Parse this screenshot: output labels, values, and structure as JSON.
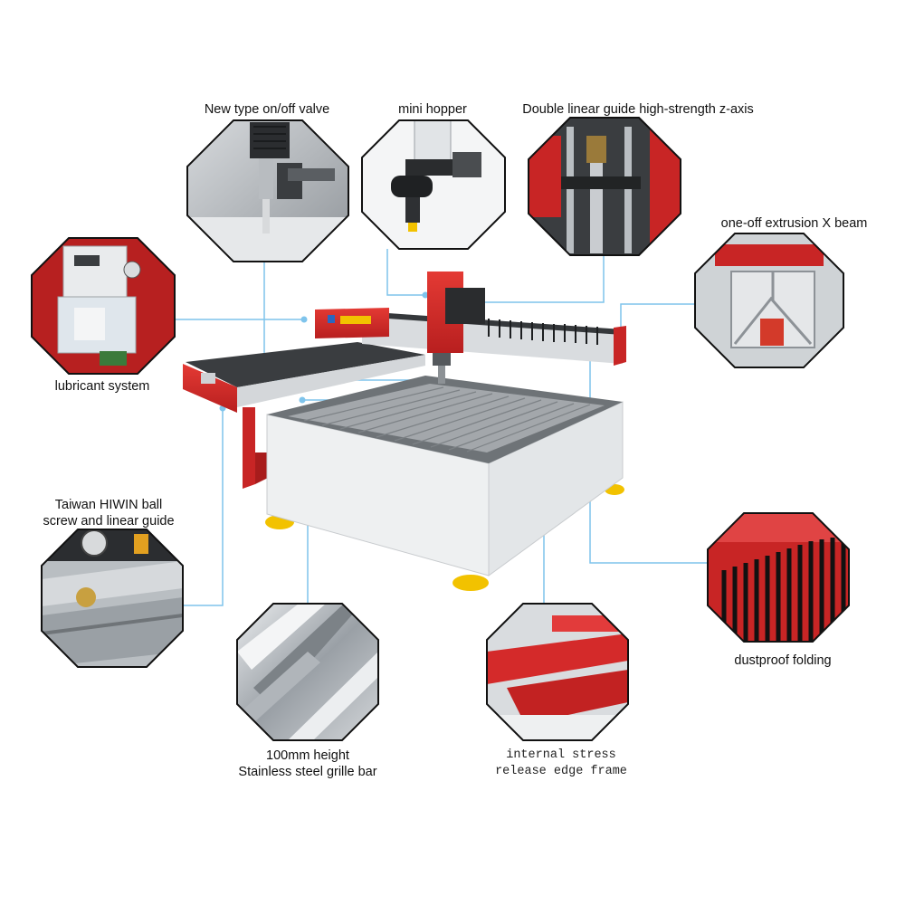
{
  "callouts": {
    "valve": "New type on/off valve",
    "hopper": "mini hopper",
    "zaxis": "Double linear guide high-strength z-axis",
    "xbeam": "one-off extrusion X beam",
    "lube": "lubricant system",
    "hiwin_line1": "Taiwan HIWIN ball",
    "hiwin_line2": "screw and linear guide",
    "dust": "dustproof folding",
    "grille_line1": "100mm height",
    "grille_line2": "Stainless steel grille bar",
    "stress_line1": "internal stress",
    "stress_line2": "release edge frame"
  },
  "colors": {
    "machine_red": "#d42a2a",
    "table_grey": "#8a8d90",
    "callout_line": "#7fc4ec",
    "feet_yellow": "#f2c200"
  }
}
